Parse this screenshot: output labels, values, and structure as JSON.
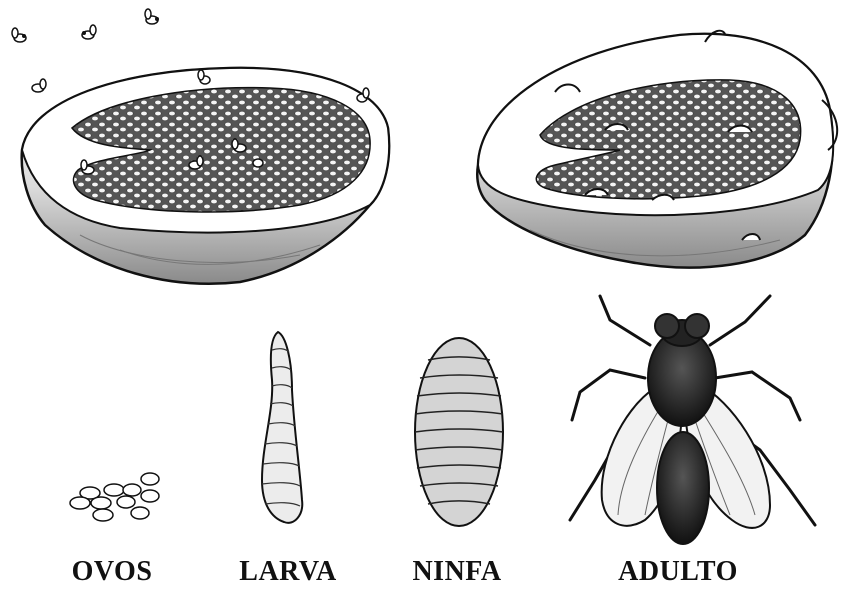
{
  "labels": {
    "ovos": "OVOS",
    "larva": "LARVA",
    "ninfa": "NINFA",
    "adulto": "ADULTO"
  },
  "colors": {
    "ink": "#111111",
    "pulp": "#555555",
    "seed": "#f4f4f4",
    "paper": "#ffffff"
  }
}
